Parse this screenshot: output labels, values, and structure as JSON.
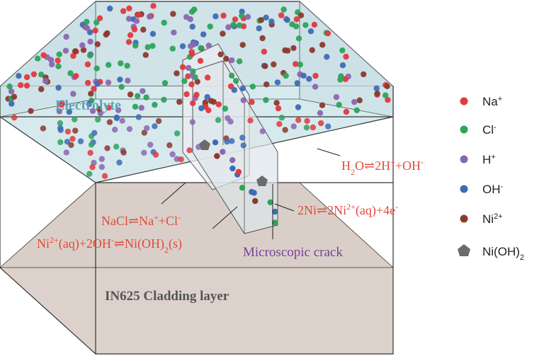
{
  "labels": {
    "electrolyte": "Electrolyte",
    "cladding_layer": "IN625 Cladding layer",
    "microscopic_crack": "Microscopic crack"
  },
  "reactions": {
    "water": {
      "base": "H",
      "sub": "2",
      "mid": "O⇌2H",
      "sup": "+",
      "tail": "+OH",
      "sup2": "-"
    },
    "nacl": {
      "base": "NaCl⇌Na",
      "sup": "+",
      "mid": "+Cl",
      "sup2": "-"
    },
    "nickel_oxidation": {
      "base": "2Ni⇌2Ni",
      "sup": "2+",
      "tail": "(aq)+4e",
      "sup2": "-"
    },
    "hydroxide": {
      "base": "Ni",
      "sup": "2+",
      "mid": "(aq)+2OH",
      "sup2": "-",
      "tail": "⇌Ni(OH)",
      "sub": "2",
      "end": "(s)"
    }
  },
  "legend": [
    {
      "symbol": "dot",
      "color": "#e0393e",
      "base": "Na",
      "sup": "+"
    },
    {
      "symbol": "dot",
      "color": "#2ea35a",
      "base": "Cl",
      "sup": "-"
    },
    {
      "symbol": "dot",
      "color": "#8a67b0",
      "base": "H",
      "sup": "+"
    },
    {
      "symbol": "dot",
      "color": "#3d6cb5",
      "base": "OH",
      "sup": "-"
    },
    {
      "symbol": "dot",
      "color": "#8b3a2e",
      "base": "Ni",
      "sup": "2+"
    },
    {
      "symbol": "pentagon",
      "color": "#6d6a6a",
      "base": "Ni(OH)",
      "sub": "2"
    }
  ],
  "colors": {
    "electrolyte_fill": "#cfe6ea",
    "cladding_fill": "#d9cfc8",
    "reaction_text": "#e04a3a",
    "crack_text": "#7a3f98",
    "electrolyte_text": "#5ea3b3",
    "cladding_text": "#555555"
  }
}
